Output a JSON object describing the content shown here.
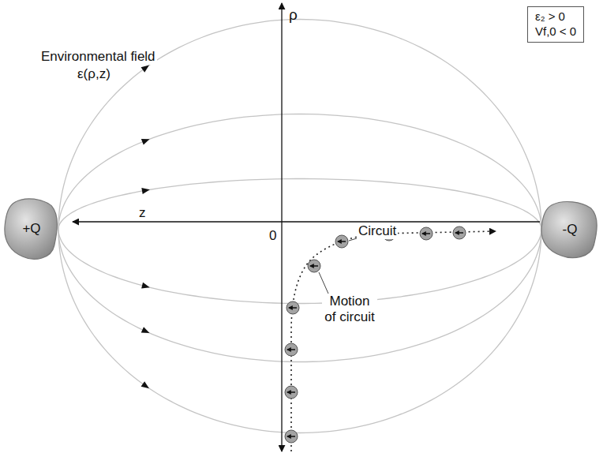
{
  "diagram": {
    "nodes": [
      {
        "text": [
          "+Q"
        ]
      },
      {
        "text": [
          "-Q"
        ]
      },
      {
        "text": [
          "ε₂ > 0",
          "Vf,0 < 0"
        ]
      }
    ],
    "edges": [
      {
        "from": 0,
        "to": 1,
        "arrow": "none"
      },
      {
        "from": 0,
        "to": 1,
        "arrow": "none"
      },
      {
        "from": 0,
        "to": 1,
        "arrow": "none"
      },
      {
        "from": 0,
        "to": 1,
        "arrow": "none"
      },
      {
        "from": 0,
        "to": 1,
        "arrow": "none"
      },
      {
        "from": 0,
        "to": 1,
        "arrow": "none"
      }
    ],
    "labels": [
      "Environmental field",
      "ε(ρ,z)",
      "ρ",
      "z",
      "0",
      "Circuit",
      "Motion of circuit"
    ]
  }
}
